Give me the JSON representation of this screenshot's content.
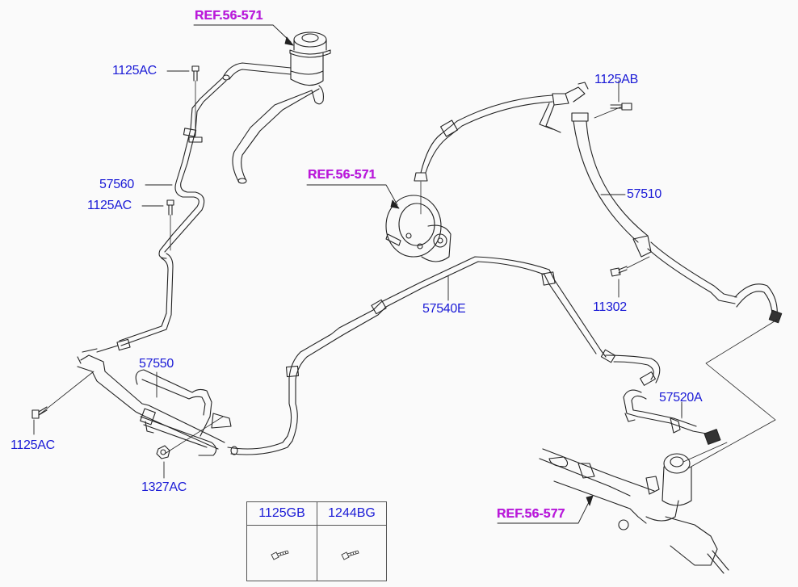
{
  "diagram": {
    "title": "Power steering hose and reservoir parts diagram",
    "colors": {
      "part_label": "#1a1ad6",
      "ref_label": "#c316d6",
      "line_art": "#222222",
      "background": "#fafafa"
    },
    "ref_labels": [
      {
        "id": "ref-reservoir",
        "text": "REF.56-571",
        "target": "reservoir"
      },
      {
        "id": "ref-pump",
        "text": "REF.56-571",
        "target": "pump"
      },
      {
        "id": "ref-gear-box",
        "text": "REF.56-577",
        "target": "steering gear box"
      }
    ],
    "part_labels": [
      {
        "id": "bolt-1125ac-top",
        "text": "1125AC"
      },
      {
        "id": "hose-57560",
        "text": "57560"
      },
      {
        "id": "bolt-1125ac-mid",
        "text": "1125AC"
      },
      {
        "id": "bolt-1125ab",
        "text": "1125AB"
      },
      {
        "id": "hose-57510",
        "text": "57510"
      },
      {
        "id": "bolt-11302",
        "text": "11302"
      },
      {
        "id": "tube-57540e",
        "text": "57540E"
      },
      {
        "id": "cooler-57550",
        "text": "57550"
      },
      {
        "id": "bolt-1125ac-bottom",
        "text": "1125AC"
      },
      {
        "id": "nut-1327ac",
        "text": "1327AC"
      },
      {
        "id": "hose-57520a",
        "text": "57520A"
      }
    ],
    "fastener_table": {
      "columns": [
        {
          "part_no": "1125GB",
          "icon": "bolt-icon"
        },
        {
          "part_no": "1244BG",
          "icon": "bolt-icon"
        }
      ]
    }
  }
}
